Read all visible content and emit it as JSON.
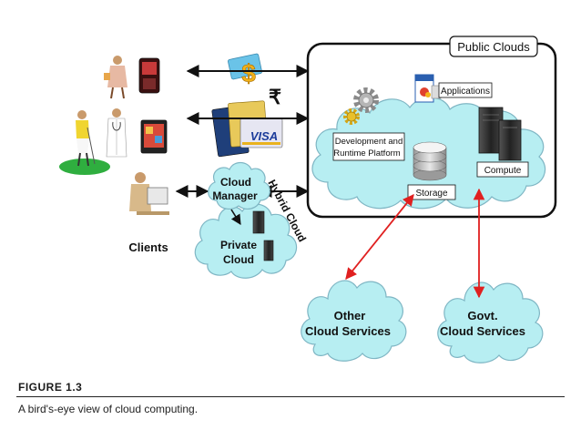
{
  "diagram": {
    "public_clouds_label": "Public Clouds",
    "applications_label": "Applications",
    "dev_platform_line1": "Development and",
    "dev_platform_line2": "Runtime Platform",
    "compute_label": "Compute",
    "storage_label": "Storage",
    "cloud_manager_line1": "Cloud",
    "cloud_manager_line2": "Manager",
    "hybrid_cloud_label": "Hybrid Cloud",
    "private_cloud_line1": "Private",
    "private_cloud_line2": "Cloud",
    "clients_label": "Clients",
    "other_services_line1": "Other",
    "other_services_line2": "Cloud Services",
    "govt_services_line1": "Govt.",
    "govt_services_line2": "Cloud Services",
    "rupee_symbol": "₹",
    "dollar_symbol": "$",
    "visa_text": "VISA"
  },
  "caption": {
    "figure_label": "FIGURE 1.3",
    "text": "A bird's-eye view of cloud computing."
  },
  "colors": {
    "cloud_fill": "#b7eef2",
    "cloud_stroke": "#7fb6c4",
    "red_arrow": "#e02020",
    "black": "#111111"
  }
}
